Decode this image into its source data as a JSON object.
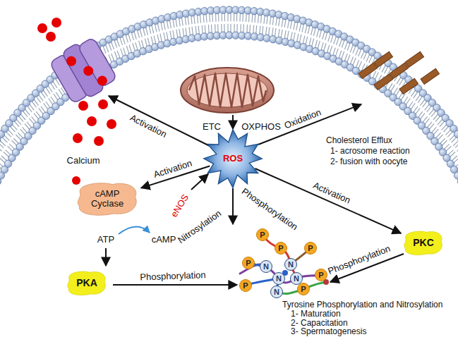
{
  "diagram": {
    "nodes": [
      {
        "text": [
          "ROS"
        ]
      },
      {
        "text": [
          "cAMP Cyclase"
        ]
      },
      {
        "text": [
          "PKA"
        ]
      },
      {
        "text": [
          "PKC"
        ]
      },
      {
        "text": [
          "P"
        ]
      },
      {
        "text": [
          "P"
        ]
      },
      {
        "text": [
          "P"
        ]
      },
      {
        "text": [
          "P"
        ]
      },
      {
        "text": [
          "P"
        ]
      },
      {
        "text": [
          "P"
        ]
      },
      {
        "text": [
          "P"
        ]
      },
      {
        "text": [
          "N"
        ]
      },
      {
        "text": [
          "N"
        ]
      },
      {
        "text": [
          "N"
        ]
      },
      {
        "text": [
          "N"
        ]
      },
      {
        "text": [
          "N"
        ]
      }
    ],
    "edges": [
      {
        "from": 0,
        "to": 1,
        "label": "Activation",
        "arrow": "to"
      },
      {
        "from": 0,
        "to": 3,
        "label": "Activation",
        "arrow": "to"
      }
    ],
    "labels": [
      "Activation",
      "Calcium",
      "ETC",
      "OXPHOS",
      "Oxidation",
      "Cholesterol Efflux",
      "1- acrosome reaction",
      "2- fusion with oocyte",
      "eNOS",
      "Nitrosylation",
      "Phosphorylation",
      "ATP",
      "cAMP",
      "Phosphorylation",
      "Phosphorylation",
      "Tyrosine Phosphorylation and Nitrosylation",
      "1- Maturation",
      "2- Capacitation",
      "3- Spermatogenesis"
    ]
  }
}
